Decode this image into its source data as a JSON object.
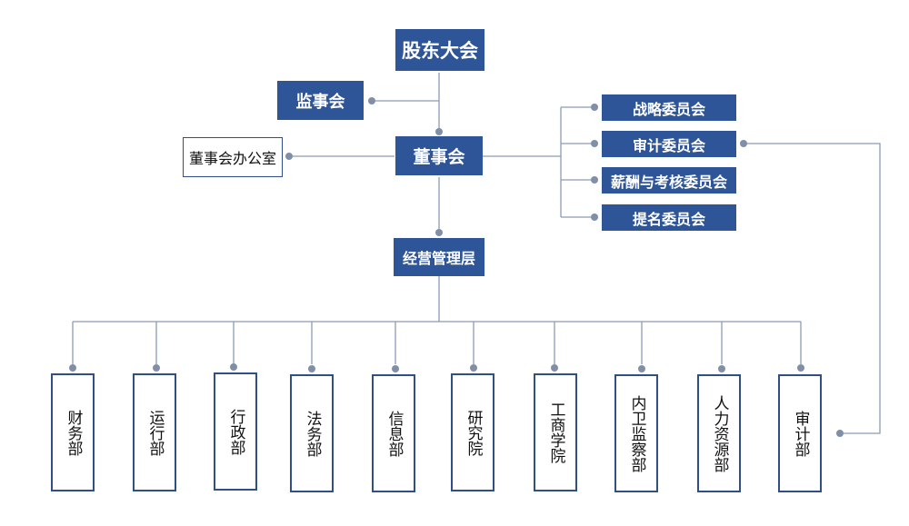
{
  "nodes": {
    "shareholders": "股东大会",
    "supervisors": "监事会",
    "board": "董事会",
    "board_office": "董事会办公室",
    "management": "经营管理层"
  },
  "committees": [
    "战略委员会",
    "审计委员会",
    "薪酬与考核委员会",
    "提名委员会"
  ],
  "departments": [
    "财务部",
    "运行部",
    "行政部",
    "法务部",
    "信息部",
    "研究院",
    "工商学院",
    "内卫监察部",
    "人力资源部",
    "审计部"
  ],
  "colors": {
    "box_fill": "#2e5597",
    "box_text": "#ffffff",
    "line": "#8a9bb5",
    "dot": "#7f8fa8",
    "outline": "#2e4f87"
  }
}
